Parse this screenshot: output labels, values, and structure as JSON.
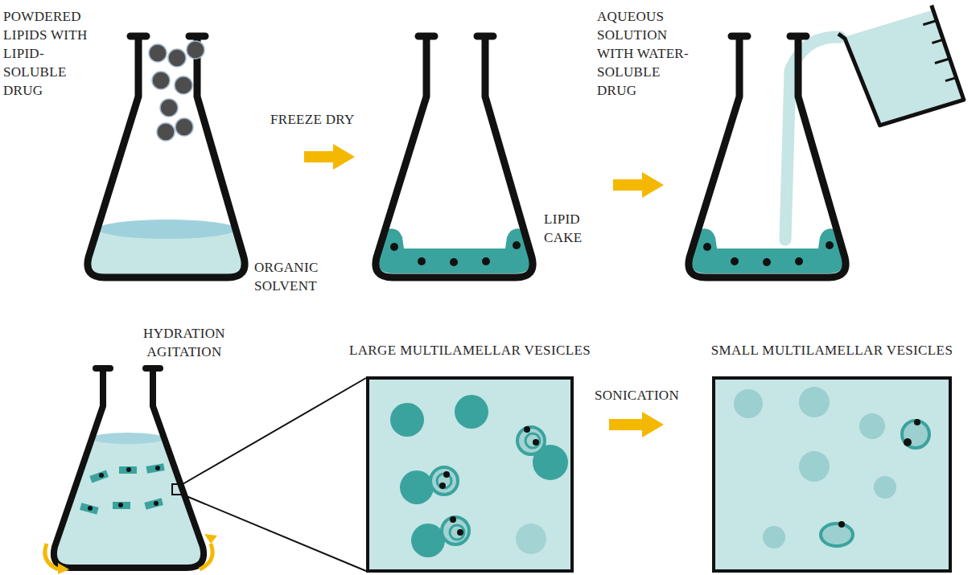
{
  "diagram": {
    "nodes": [
      {
        "text": [
          "LARGE MULTILAMELLAR VESICLES"
        ]
      },
      {
        "text": [
          "SMALL MULTILAMELLAR VESICLES"
        ]
      }
    ],
    "edges": [
      {
        "from": 0,
        "to": 1,
        "arrow": "to",
        "label": "SONICATION"
      }
    ],
    "labels": [
      "POWDERED LIPIDS WITH LIPID-SOLUBLE DRUG",
      "FREEZE DRY",
      "AQUEOUS SOLUTION WITH WATER-SOLUBLE DRUG",
      "ORGANIC SOLVENT",
      "LIPID CAKE",
      "HYDRATION AGITATION"
    ]
  }
}
